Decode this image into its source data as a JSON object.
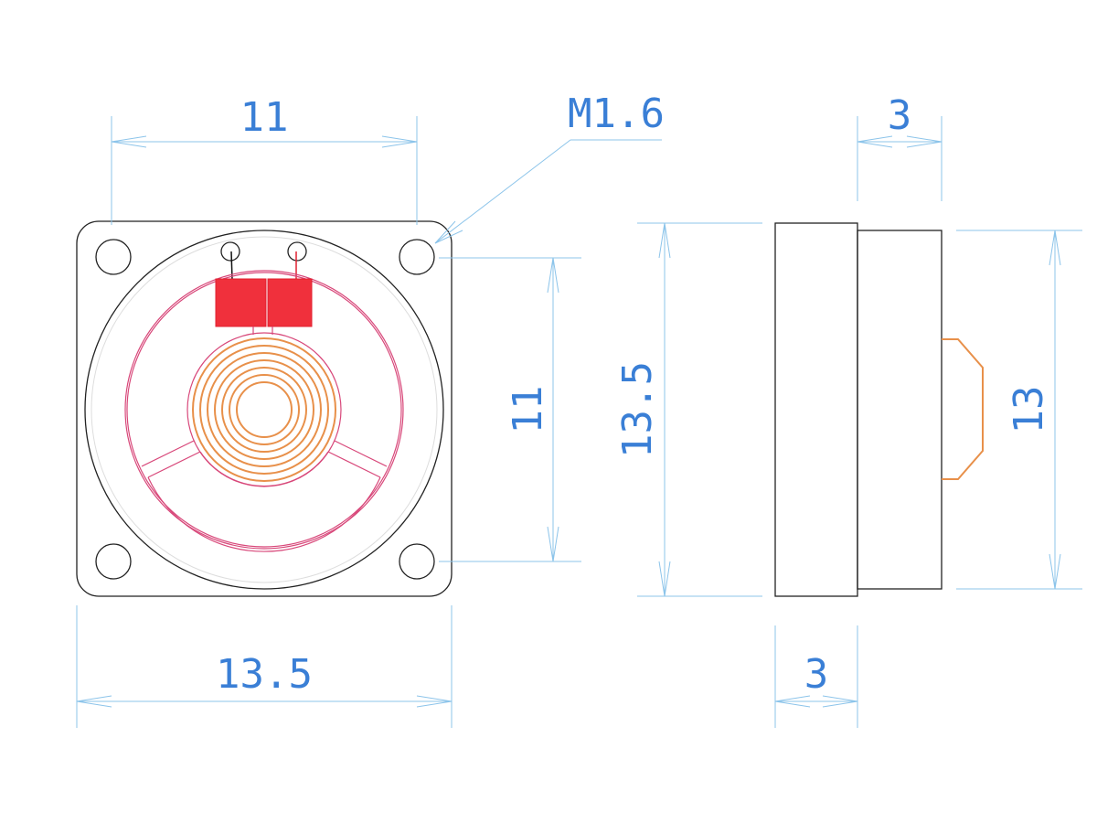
{
  "dimensions": {
    "front_width_holes": "11",
    "thread": "M1.6",
    "front_height_holes": "11",
    "front_width_body": "13.5",
    "side_height_body": "13.5",
    "side_depth_top": "3",
    "side_depth_bottom": "3",
    "side_height_back": "13"
  },
  "colors": {
    "dimension": "#3a7fd6",
    "extension_line": "#8cc4ea",
    "coil": "#e8904a",
    "trace": "#d8487a",
    "pad": "#f0303c",
    "outline": "#222222"
  }
}
